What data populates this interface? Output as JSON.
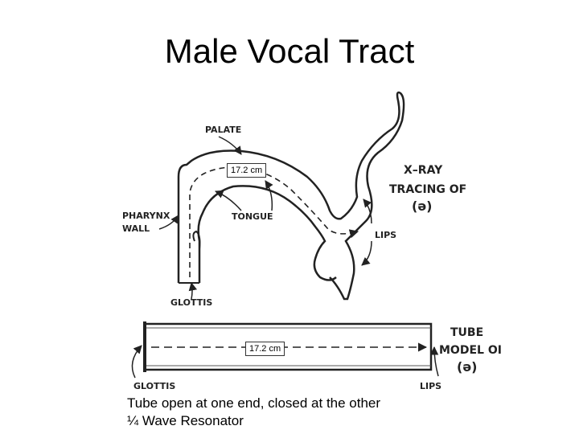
{
  "title": "Male Vocal Tract",
  "labels": {
    "palate": "PALATE",
    "pharynx_line1": "PHARYNX",
    "pharynx_line2": "WALL",
    "tongue": "TONGUE",
    "glottis_top": "GLOTTIS",
    "lips_top": "LIPS",
    "xray_line1": "X–RAY",
    "xray_line2": "TRACING OF",
    "xray_line3": "(ə)",
    "tube_line1": "TUBE",
    "tube_line2": "MODEL OI",
    "tube_line3": "(ə)",
    "glottis_bottom": "GLOTTIS",
    "lips_bottom": "LIPS"
  },
  "measurements": {
    "tract_length": "17.2 cm",
    "tube_length": "17.2 cm"
  },
  "caption": {
    "line1": "Tube open at one end, closed at the other",
    "line2": "¼ Wave Resonator"
  }
}
